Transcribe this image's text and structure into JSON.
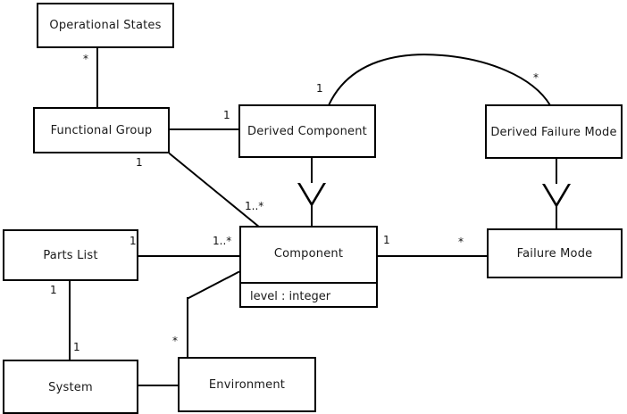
{
  "diagram": {
    "type": "uml-class-diagram",
    "classes": [
      {
        "id": "operational-states",
        "name": "Operational States",
        "attributes": []
      },
      {
        "id": "functional-group",
        "name": "Functional Group",
        "attributes": []
      },
      {
        "id": "derived-component",
        "name": "Derived Component",
        "attributes": []
      },
      {
        "id": "derived-failure-mode",
        "name": "Derived Failure Mode",
        "attributes": []
      },
      {
        "id": "parts-list",
        "name": "Parts List",
        "attributes": []
      },
      {
        "id": "component",
        "name": "Component",
        "attributes": [
          "level : integer"
        ]
      },
      {
        "id": "failure-mode",
        "name": "Failure Mode",
        "attributes": []
      },
      {
        "id": "system",
        "name": "System",
        "attributes": []
      },
      {
        "id": "environment",
        "name": "Environment",
        "attributes": []
      }
    ],
    "multiplicities": {
      "operational_states_to_functional_group": "*",
      "functional_group_to_derived_component": "1",
      "derived_component_to_derived_failure_mode_source": "1",
      "derived_component_to_derived_failure_mode_target": "*",
      "functional_group_to_component": "1",
      "functional_group_to_component_target": "1..*",
      "parts_list_to_component_source": "1",
      "parts_list_to_component_target": "1..*",
      "component_to_failure_mode_source": "1",
      "component_to_failure_mode_target": "*",
      "parts_list_to_system_source": "1",
      "parts_list_to_system_target": "1",
      "environment_to_component": "*"
    },
    "colors": {
      "stroke": "#000000",
      "fill": "#ffffff",
      "text": "#1a1a1a"
    }
  }
}
